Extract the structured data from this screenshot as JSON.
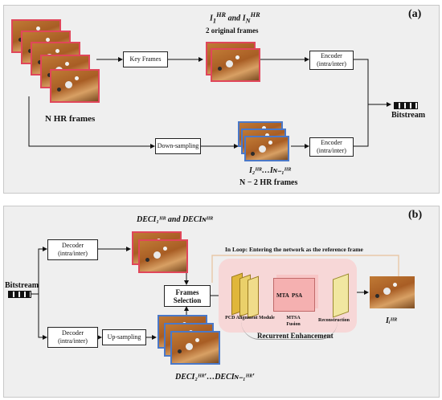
{
  "panel_a": {
    "tag": "(a)",
    "key_frames": "Key Frames",
    "hr_frames_title_sym": "I",
    "hr_frames_title_tail": "and",
    "two_original": "2 original frames",
    "n_hr_frames": "N HR frames",
    "encoder_top": "Encoder (intra/inter)",
    "encoder_bottom": "Encoder (intra/inter)",
    "down_sampling": "Down-sampling",
    "bitstream": "Bitstream",
    "mid_frames_label": "I₂ᴴᴿ…Iɴ₋₁ᴴᴿ",
    "n_minus_2": "N − 2 HR frames"
  },
  "panel_b": {
    "tag": "(b)",
    "deci_top": "DECI₁ᴴᴿ and DECIɴᴴᴿ",
    "bitstream": "Bitstream",
    "decoder_top": "Decoder (intra/inter)",
    "decoder_bottom": "Decoder (intra/inter)",
    "up_sampling": "Up-sampling",
    "frames_selection": "Frames Selection",
    "in_loop": "In Loop: Entering the network as the reference frame",
    "mta": "MTA",
    "psa": "PSA",
    "pcd": "PCD Alignment Module",
    "mtsa": "MTSA Fusion",
    "reconstruction": "Reconstruction",
    "recurrent": "Recurrent Enhancement",
    "output_label": "Iᵢᴴᴿ",
    "deci_bottom": "DECI₂ᴴᴿ′…DECIɴ₋₁ᴴᴿ′"
  }
}
